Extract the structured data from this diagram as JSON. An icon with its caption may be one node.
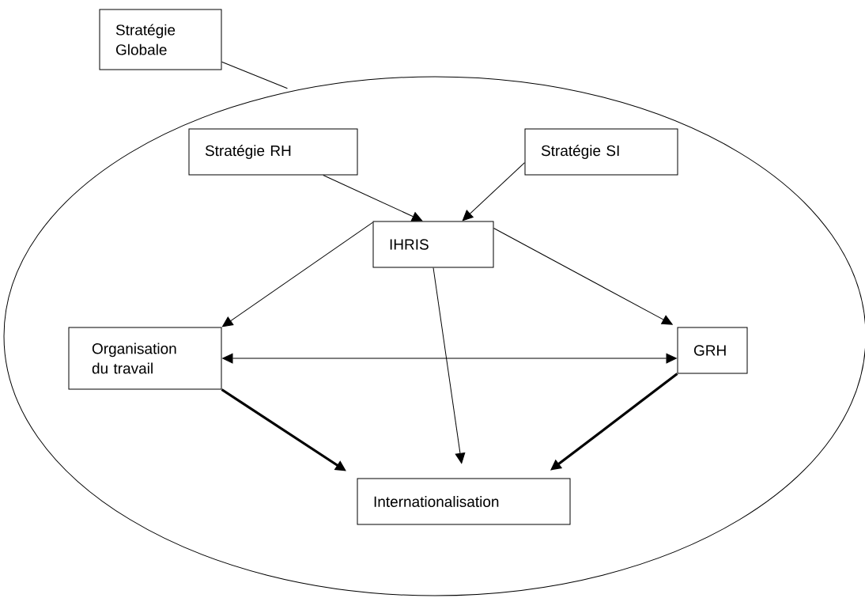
{
  "diagram": {
    "nodes": [
      {
        "text": [
          "Stratégie Globale"
        ]
      },
      {
        "text": [],
        "shape": "ellipse"
      },
      {
        "text": [
          "Stratégie RH"
        ],
        "in": 1
      },
      {
        "text": [
          "Stratégie SI"
        ],
        "in": 1
      },
      {
        "text": [
          "IHRIS"
        ],
        "in": 1
      },
      {
        "text": [
          "Organisation du travail"
        ],
        "in": 1
      },
      {
        "text": [
          "GRH"
        ],
        "in": 1
      },
      {
        "text": [
          "Internationalisation"
        ],
        "in": 1
      }
    ],
    "edges": [
      {
        "from": 0,
        "to": 1,
        "arrow": "none"
      },
      {
        "from": 2,
        "to": 4,
        "arrow": "to"
      },
      {
        "from": 3,
        "to": 4,
        "arrow": "to"
      },
      {
        "from": 4,
        "to": 5,
        "arrow": "to"
      },
      {
        "from": 4,
        "to": 6,
        "arrow": "to"
      },
      {
        "from": 4,
        "to": 7,
        "arrow": "to"
      },
      {
        "from": 5,
        "to": 6,
        "arrow": "both"
      },
      {
        "from": 5,
        "to": 7,
        "arrow": "to",
        "style": "thick"
      },
      {
        "from": 6,
        "to": 7,
        "arrow": "to",
        "style": "thick"
      }
    ]
  }
}
